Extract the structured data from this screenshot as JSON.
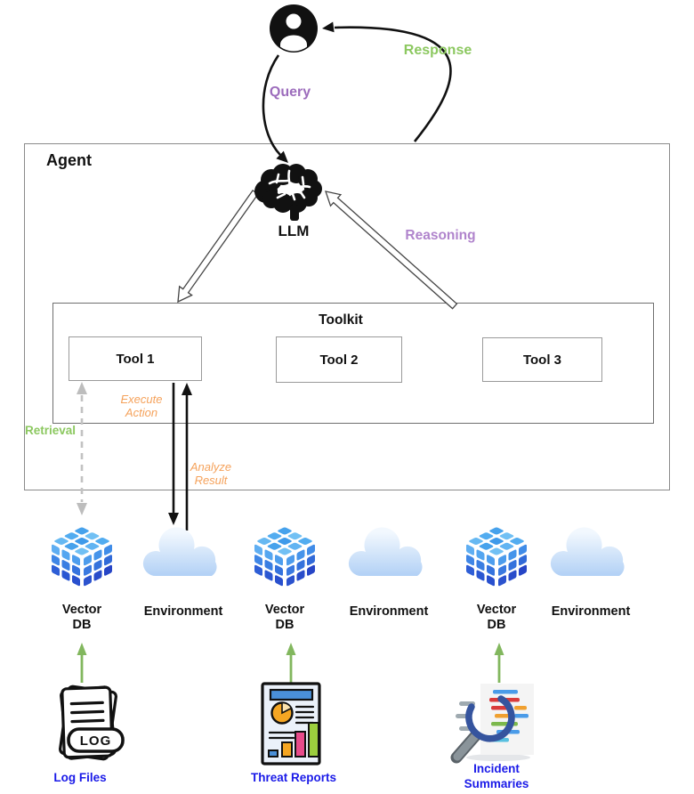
{
  "diagram": {
    "agent_label": "Agent",
    "llm_label": "LLM",
    "toolkit_label": "Toolkit",
    "tools": [
      "Tool 1",
      "Tool 2",
      "Tool 3"
    ],
    "edges": {
      "query": "Query",
      "response": "Response",
      "reasoning": "Reasoning",
      "retrieval": "Retrieval",
      "execute_action": [
        "Execute",
        "Action"
      ],
      "analyze_result": [
        "Analyze",
        "Result"
      ]
    },
    "groups": [
      {
        "vector_db": [
          "Vector",
          "DB"
        ],
        "environment": "Environment"
      },
      {
        "vector_db": [
          "Vector",
          "DB"
        ],
        "environment": "Environment"
      },
      {
        "vector_db": [
          "Vector",
          "DB"
        ],
        "environment": "Environment"
      }
    ],
    "sources": [
      {
        "label": "Log Files",
        "badge": "LOG"
      },
      {
        "label": "Threat Reports"
      },
      {
        "lines": [
          "Incident",
          "Summaries"
        ]
      }
    ],
    "colors": {
      "query_purple": "#9C6CBC",
      "reasoning_purple": "#B084CC",
      "response_green": "#8CC860",
      "retrieval_green": "#8CC860",
      "action_orange": "#F5A25B",
      "source_label_blue": "#1A1AE8",
      "arrow_black": "#111111",
      "dashed_gray": "#BFBFBF",
      "cube_blue_light": "#66B8F2",
      "cube_blue_dark": "#2C53CE",
      "cloud_blue": "#B5D4F6"
    }
  }
}
